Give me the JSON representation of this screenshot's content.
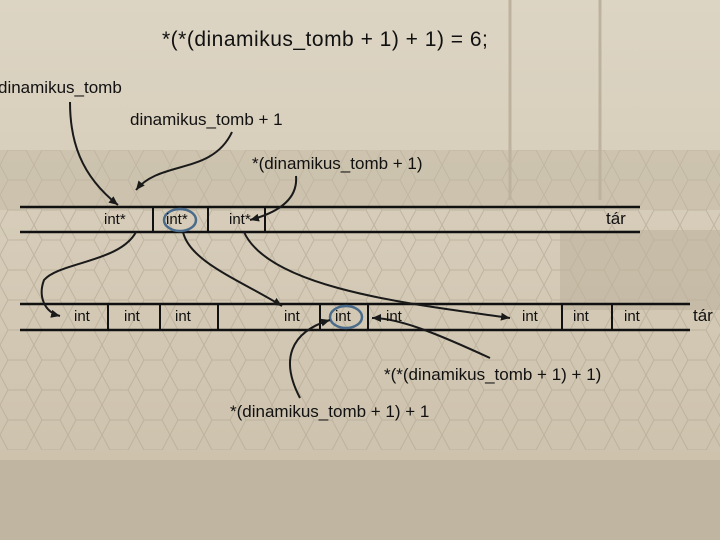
{
  "title": "*(*(dinamikus_tomb + 1) + 1) = 6;",
  "labels": {
    "dinamikus_tomb": "dinamikus_tomb",
    "dinamikus_tomb_plus_1": "dinamikus_tomb + 1",
    "deref_dinamikus_tomb_plus_1": "*(dinamikus_tomb + 1)",
    "deref_deref_plus_1": "*(*(dinamikus_tomb + 1) + 1)",
    "deref_plus_1": "*(dinamikus_tomb + 1) + 1"
  },
  "pointer_row": {
    "cells": [
      "int*",
      "int*",
      "int*"
    ],
    "storage_label": "tár"
  },
  "int_row": {
    "cells": [
      "int",
      "int",
      "int",
      "int",
      "int",
      "int",
      "int",
      "int",
      "int"
    ],
    "storage_label": "tár"
  },
  "colors": {
    "highlight_ring": "#4a6b8a",
    "arrow": "#1a1a1a"
  }
}
